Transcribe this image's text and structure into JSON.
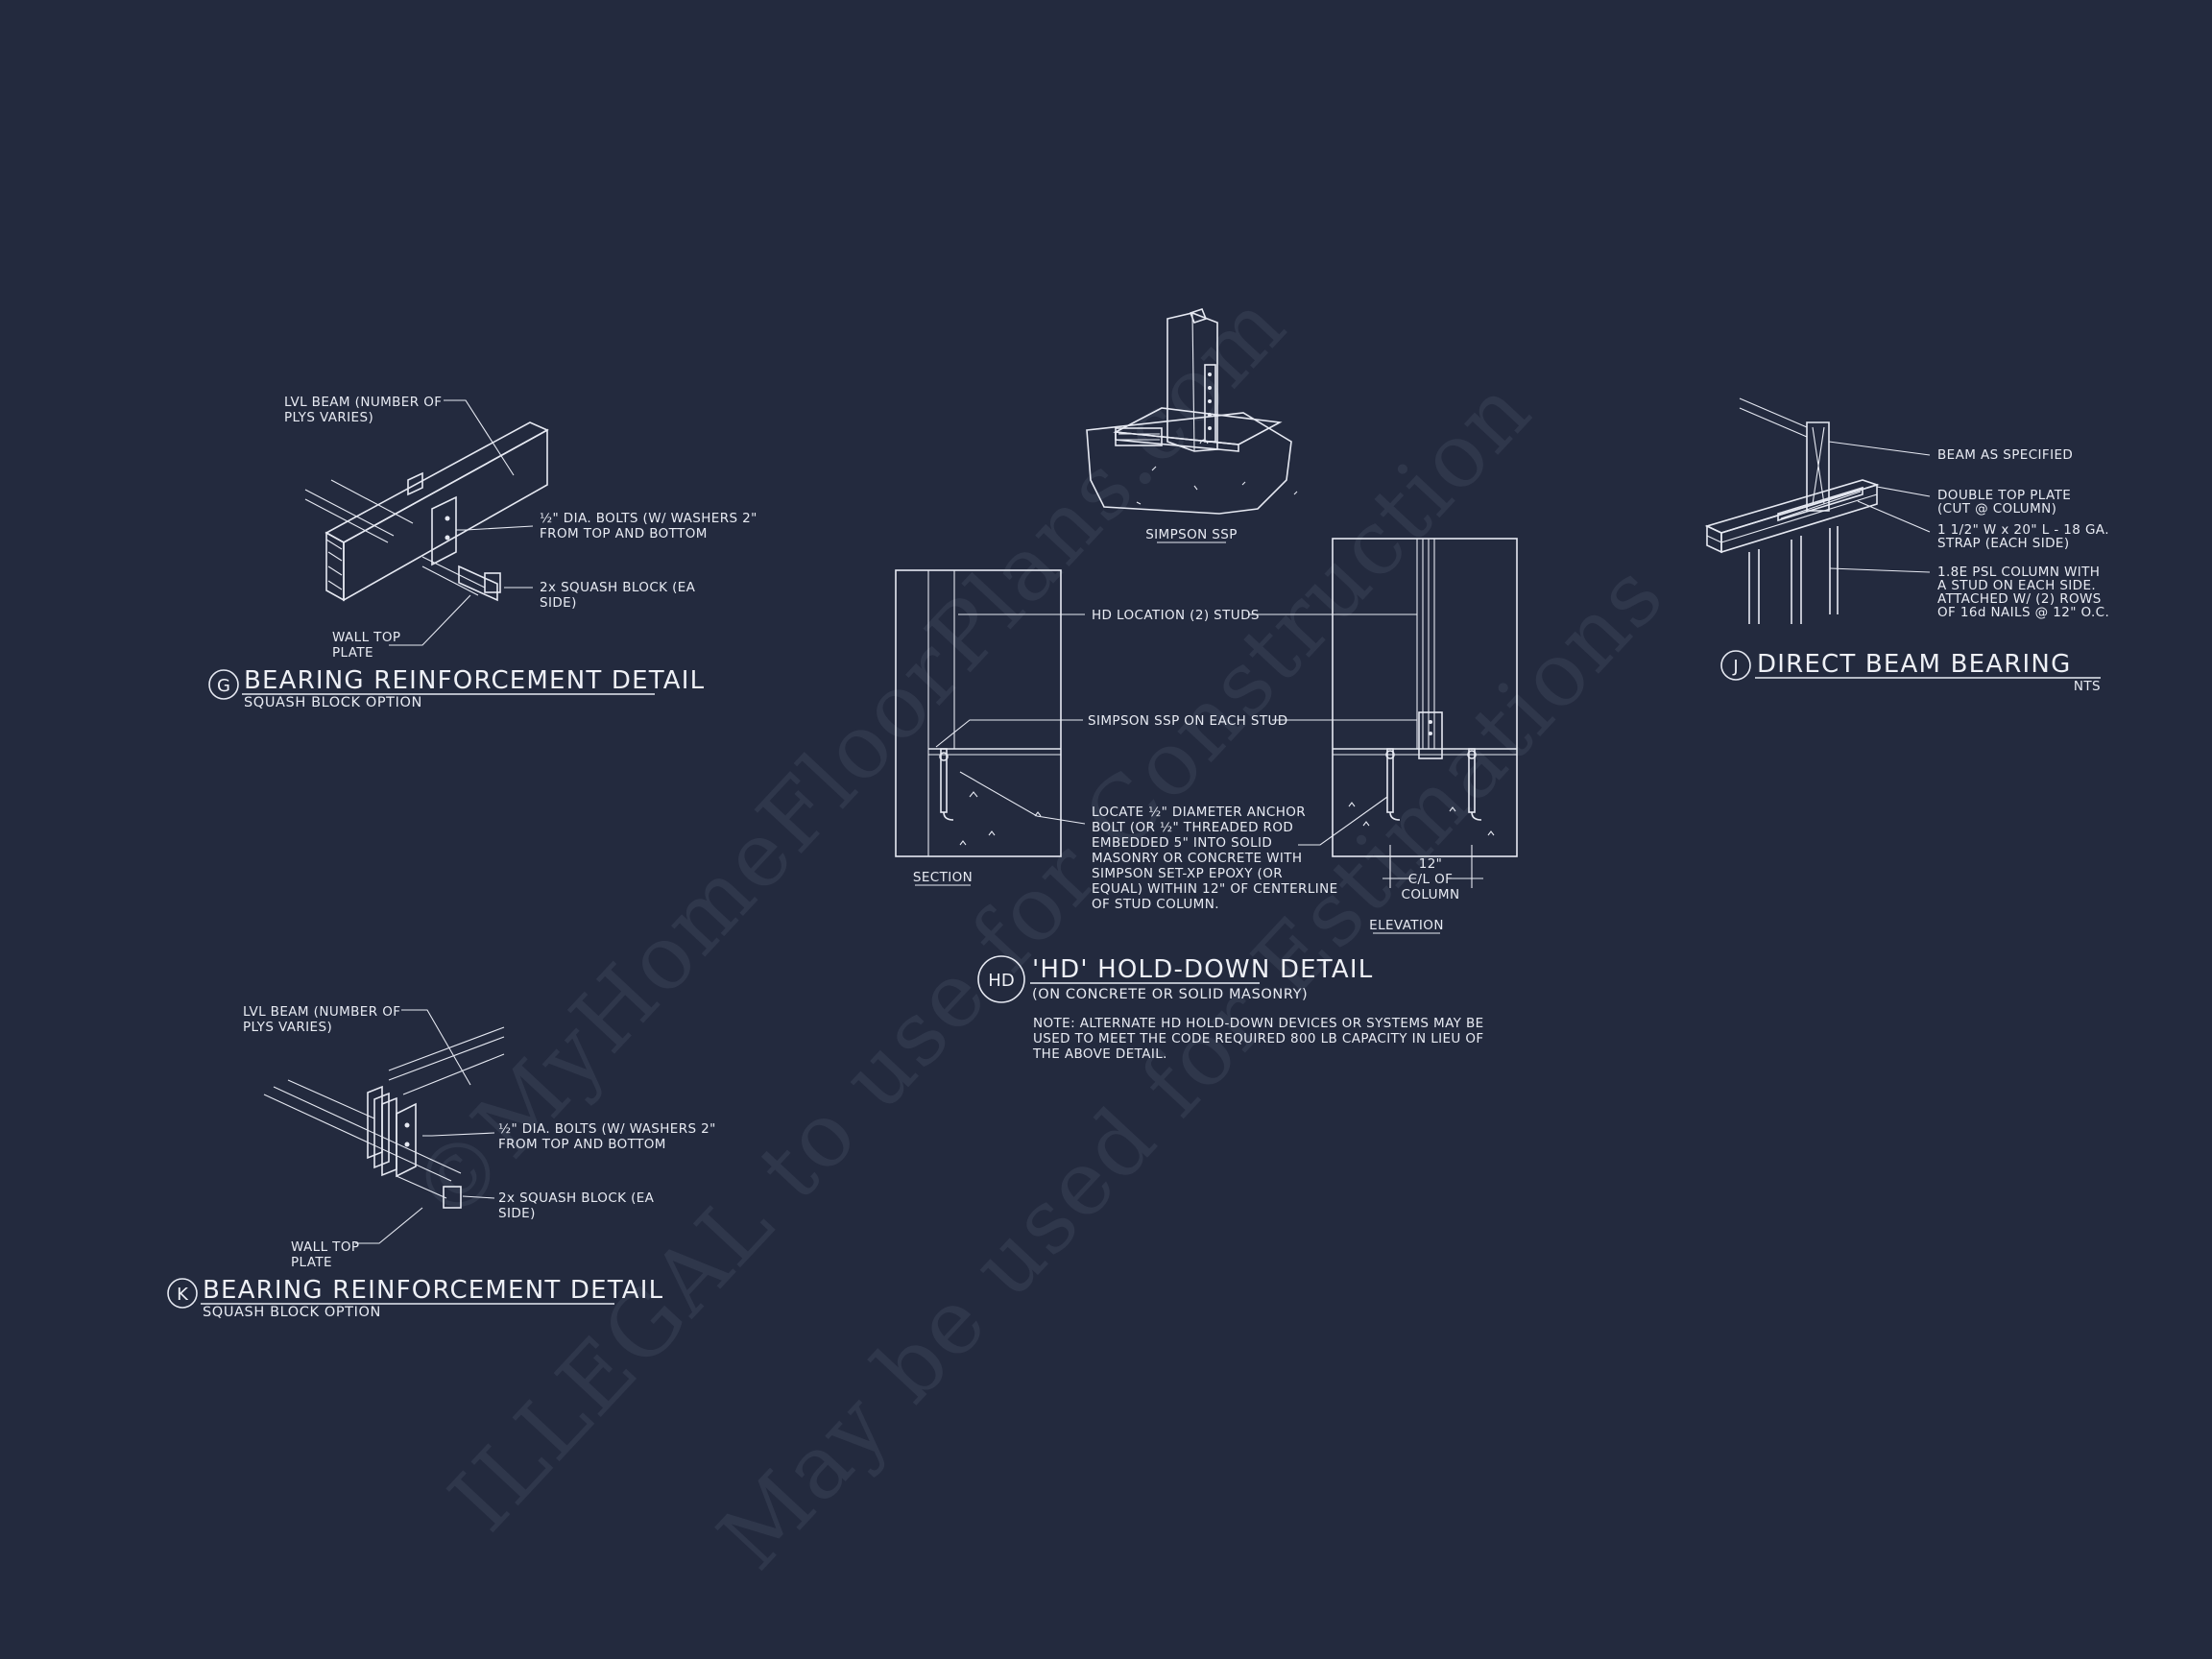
{
  "watermark": {
    "line1": "©MyHomeFloorPlans.com",
    "line2": "ILLEGAL to use for Construction",
    "line3": "May be used for Estimations"
  },
  "detail_g": {
    "tag": "G",
    "title": "BEARING REINFORCEMENT DETAIL",
    "subtitle": "SQUASH BLOCK OPTION",
    "note_beam_1": "LVL BEAM (NUMBER OF",
    "note_beam_2": "PLYS VARIES)",
    "note_bolts_1": "½\" DIA. BOLTS (W/ WASHERS 2\"",
    "note_bolts_2": "FROM TOP AND BOTTOM",
    "note_block_1": "2x SQUASH BLOCK (EA",
    "note_block_2": "SIDE)",
    "note_plate_1": "WALL TOP",
    "note_plate_2": "PLATE"
  },
  "detail_k": {
    "tag": "K",
    "title": "BEARING REINFORCEMENT DETAIL",
    "subtitle": "SQUASH BLOCK OPTION",
    "note_beam_1": "LVL BEAM (NUMBER OF",
    "note_beam_2": "PLYS VARIES)",
    "note_bolts_1": "½\" DIA. BOLTS (W/ WASHERS 2\"",
    "note_bolts_2": "FROM TOP AND BOTTOM",
    "note_block_1": "2x SQUASH BLOCK (EA",
    "note_block_2": "SIDE)",
    "note_plate_1": "WALL TOP",
    "note_plate_2": "PLATE"
  },
  "detail_hd": {
    "tag": "HD",
    "title": "'HD' HOLD-DOWN DETAIL",
    "subtitle": "(ON CONCRETE OR SOLID MASONRY)",
    "iso_label": "SIMPSON SSP",
    "section_label": "SECTION",
    "elevation_label": "ELEVATION",
    "dim_studs": "HD LOCATION (2) STUDS",
    "ssp_each_stud": "SIMPSON SSP ON EACH STUD",
    "anchor_note": [
      "LOCATE ½\" DIAMETER ANCHOR",
      "BOLT (OR ½\" THREADED ROD",
      "EMBEDDED 5\" INTO SOLID",
      "MASONRY OR CONCRETE WITH",
      "SIMPSON SET-XP EPOXY (OR",
      "EQUAL) WITHIN 12\" OF CENTERLINE",
      "OF STUD COLUMN."
    ],
    "dim_12": "12\"",
    "cl_1": "C/L OF",
    "cl_2": "COLUMN",
    "note": [
      "NOTE: ALTERNATE HD HOLD-DOWN DEVICES OR SYSTEMS MAY BE",
      "USED TO MEET THE CODE REQUIRED 800 LB CAPACITY IN LIEU OF",
      "THE ABOVE DETAIL."
    ]
  },
  "detail_j": {
    "tag": "J",
    "title": "DIRECT BEAM BEARING",
    "subtitle": "NTS",
    "note_beam": "BEAM AS SPECIFIED",
    "note_plate_1": "DOUBLE TOP PLATE",
    "note_plate_2": "(CUT @ COLUMN)",
    "note_strap_1": "1 1/2\" W x 20\" L - 18 GA.",
    "note_strap_2": "STRAP (EACH SIDE)",
    "note_column": [
      "1.8E PSL COLUMN WITH",
      "A STUD ON EACH SIDE.",
      "ATTACHED W/ (2) ROWS",
      "OF 16d NAILS @ 12\" O.C."
    ]
  }
}
